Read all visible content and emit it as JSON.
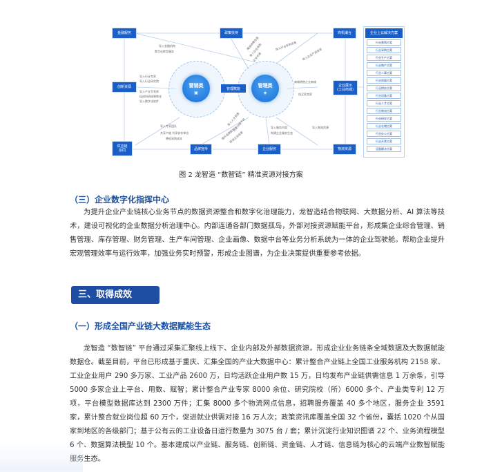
{
  "diagram": {
    "left_nodes": [
      "金融服务",
      "创新资源",
      "供应链\n协同"
    ],
    "top_nodes": [
      "政策扶持",
      "商机撮合"
    ],
    "bottom_nodes": [
      "品牌宣传",
      "企业服务",
      "物流资源"
    ],
    "right_mid_node": "企业展示\n(工业商城)",
    "circle_left": "营销类",
    "circle_right": "管理类",
    "center_box": "管理赋能",
    "labels": {
      "l1": "导入金融机构",
      "l2": "数字化转型服务",
      "l3": "导入行业专家",
      "l4": "导入行业研究院",
      "l5": "导入产业专利库",
      "l6": "促成科研成果转化",
      "l7": "导入数字化软件",
      "l8": "导入专家团队",
      "l9": "共享产能 共享协作单位",
      "l10": "降低采购成本",
      "l11": "提升品牌影响力",
      "l12": "促进企业经营",
      "l13": "导入服务内容",
      "l14": "构建企业服务生态",
      "l15": "导入物流资源",
      "l16": "商城销售企业商城",
      "l17": "找买家卖家",
      "l18": "导入企业产品信息",
      "l19": "导入行业采购信息",
      "l20": "推送政策信息",
      "l21": "导入企业采购",
      "l22": "企业对接",
      "l23": "导入人才资源",
      "l24": "企业对接平台"
    },
    "panel_title": "企业上云解决方案",
    "panel_items": [
      "行业营销方案",
      "行业采购方案",
      "行业生产方案",
      "行业物产方案",
      "行业人事方案",
      "行业质量方案",
      "行业财务方案",
      "行业设备方案",
      "行业人才方案",
      "行业物流方案",
      "行业研发方案",
      "行业仓储方案",
      "行业办公方案",
      "行业开票方案",
      "设备解决方案"
    ]
  },
  "caption": "图 2  龙智造 “数智链” 精准资源对接方案",
  "section3": {
    "heading": "（三）企业数字化指挥中心",
    "body": "为提升企业产业链核心业务节点的数据资源整合和数字化治理能力，龙智造结合物联网、大数据分析、AI 算法等技术，建设可视化的企业数据分析治理中心。内部连通各部门数据孤岛，外部对接资源赋能平台，形成集企业综合管理、销售管理、库存管理、财务管理、生产车间管理、企业画像、数据中台等业务分析系统为一体的企业驾驶舱。帮助企业提升宏观管理效率与运行效率，加强业务实时预警，形成企业图谱，为企业决策提供重要参考依据。"
  },
  "banner": "三、取得成效",
  "section_a": {
    "heading": "（一）形成全国产业链大数据赋能生态",
    "body": "龙智造 “数智链” 平台通过采集汇聚线上线下、企业内部及外部数据资源，形成企业业务链条全域数据及大数据赋能数据仓。截至目前，平台已形成基于重庆、汇集全国的产业大数据中心：累计整合产业链上全国工业服务机构 2158 家、工业企业用户 290 多万家、工业产品 2600 万，日均活跃企业用户数 15 万，日均发布产业链供需信息 1 万余条，引导 5000 多家企业上平台、用数、赋智；累计整合产业专家 8000 余位、研究院校（所）6000 多个、产业类专利 12 万项，平台模型数据库达到 2300 万件；汇集 8000 多个物流网点信息，招聘服务覆盖 40 多个地区，服务企业 3591 家，累计整合就业岗位超 60 万个，促进就业供需对接 16 万人次；政策资讯库覆盖全国 32 个省份，囊括 1020 个从国家到地区的各级部门；基于公有云的工业设备日运行数量为 3075 台 / 套；累计沉淀行业知识图谱 22 个、业务流程模型 6 个、数据算法模型 10 个。基本建成以产业链、服务链、创新链、资金链、人才链、信息链为核心的云端产业数智赋能服务生态。"
  }
}
